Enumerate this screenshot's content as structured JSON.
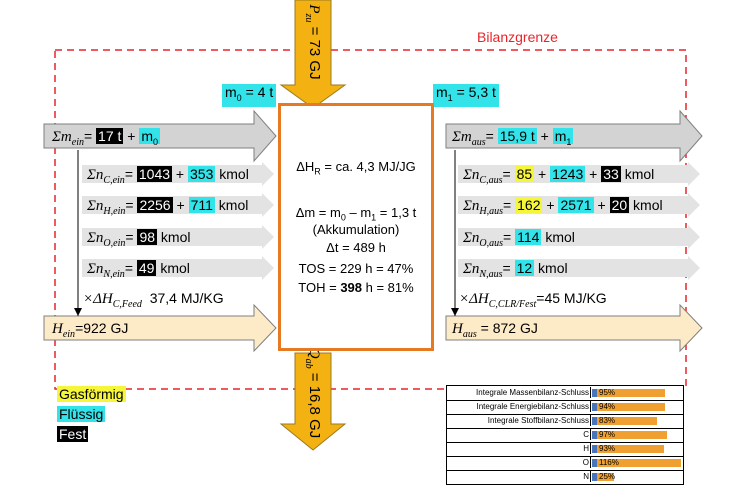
{
  "diagram": {
    "boundary_label": "Bilanzgrenze",
    "inputs": {
      "p_zu": {
        "symbol": "P",
        "sub": "zu",
        "eq": " = 73 GJ"
      },
      "m0_box": {
        "text": "m",
        "sub": "0",
        "eq": " = 4 t"
      },
      "mass": {
        "sym": "Σm",
        "sub": "ein",
        "eq": "= ",
        "v1": "17 t",
        "plus": " + ",
        "ref": "m",
        "ref_sub": "0"
      },
      "nC": {
        "sym": "Σn",
        "sub": "C,ein",
        "eq": "= ",
        "v1": "1043",
        "plus": " + ",
        "v2": "353",
        "unit": " kmol"
      },
      "nH": {
        "sym": "Σn",
        "sub": "H,ein",
        "eq": "= ",
        "v1": "2256",
        "plus": " + ",
        "v2": "711",
        "unit": " kmol"
      },
      "nO": {
        "sym": "Σn",
        "sub": "O,ein",
        "eq": "= ",
        "v1": "98",
        "unit": " kmol"
      },
      "nN": {
        "sym": "Σn",
        "sub": "N,ein",
        "eq": "= ",
        "v1": "49",
        "unit": " kmol"
      },
      "dh": {
        "sym": "×ΔH",
        "sub": "C,Feed",
        "value": "  37,4 MJ/KG"
      },
      "h": {
        "sym": "H",
        "sub": "ein",
        "value": "=922 GJ"
      }
    },
    "outputs": {
      "q_ab": {
        "symbol": "Q",
        "sub": "ab",
        "eq": " = 16,8 GJ"
      },
      "m1_box": {
        "text": "m",
        "sub": "1",
        "eq": " = 5,3 t"
      },
      "mass": {
        "sym": "Σm",
        "sub": "aus",
        "eq": "= ",
        "v1": "15,9 t",
        "plus": " + ",
        "ref": "m",
        "ref_sub": "1"
      },
      "nC": {
        "sym": "Σn",
        "sub": "C,aus",
        "eq": "= ",
        "v1": "85",
        "plus1": " + ",
        "v2": "1243",
        "plus2": " + ",
        "v3": "33",
        "unit": " kmol"
      },
      "nH": {
        "sym": "Σn",
        "sub": "H,aus",
        "eq": "= ",
        "v1": "162",
        "plus1": " + ",
        "v2": "2571",
        "plus2": " + ",
        "v3": "20",
        "unit": " kmol"
      },
      "nO": {
        "sym": "Σn",
        "sub": "O,aus",
        "eq": "= ",
        "v1": "114",
        "unit": " kmol"
      },
      "nN": {
        "sym": "Σn",
        "sub": "N,aus",
        "eq": "= ",
        "v1": "12",
        "unit": " kmol"
      },
      "dh": {
        "sym": "×ΔH",
        "sub": "C,CLR/Fest",
        "value": "=45 MJ/KG"
      },
      "h": {
        "sym": "H",
        "sub": "aus",
        "value": " = 872 GJ"
      }
    },
    "center": {
      "dhr": {
        "pre": "ΔH",
        "sub": "R",
        "post": " = ca. 4,3 MJ/JG"
      },
      "dm": {
        "pre": "Δm = m",
        "s0": "0",
        "mid": " – m",
        "s1": "1",
        "post": " = 1,3 t"
      },
      "akk": "(Akkumulation)",
      "dt": "Δt = 489 h",
      "tos": "TOS = 229 h = 47%",
      "toh_pre": "TOH = ",
      "toh_bold": "398",
      "toh_post": " h = 81%"
    },
    "legend": [
      {
        "label": "Gasförmig",
        "color": "#f5f53a",
        "text_color": "#000000"
      },
      {
        "label": "Flüssig",
        "color": "#33e3ea",
        "text_color": "#000000"
      },
      {
        "label": "Fest",
        "color": "#000000",
        "text_color": "#ffffff"
      }
    ],
    "closure_table": [
      {
        "label": "Integrale Massenbilanz-Schluss",
        "value": 95,
        "text": "95%"
      },
      {
        "label": "Integrale Energiebilanz-Schluss",
        "value": 94,
        "text": "94%"
      },
      {
        "label": "Integrale Stoffbilanz-Schluss",
        "value": 83,
        "text": "83%"
      },
      {
        "label": "C",
        "value": 97,
        "text": "97%"
      },
      {
        "label": "H",
        "value": 93,
        "text": "93%"
      },
      {
        "label": "O",
        "value": 116,
        "text": "116%"
      },
      {
        "label": "N",
        "value": 25,
        "text": "25%"
      }
    ],
    "colors": {
      "boundary": "#e8242a",
      "accent_orange": "#e57a22",
      "arrow_gray": "#d0d0d0",
      "arrow_light": "#e6e6e6",
      "arrow_beige": "#fdebc8",
      "gold": "#f3b212",
      "cyan": "#33e3ea",
      "yellow": "#f5f53a"
    }
  }
}
